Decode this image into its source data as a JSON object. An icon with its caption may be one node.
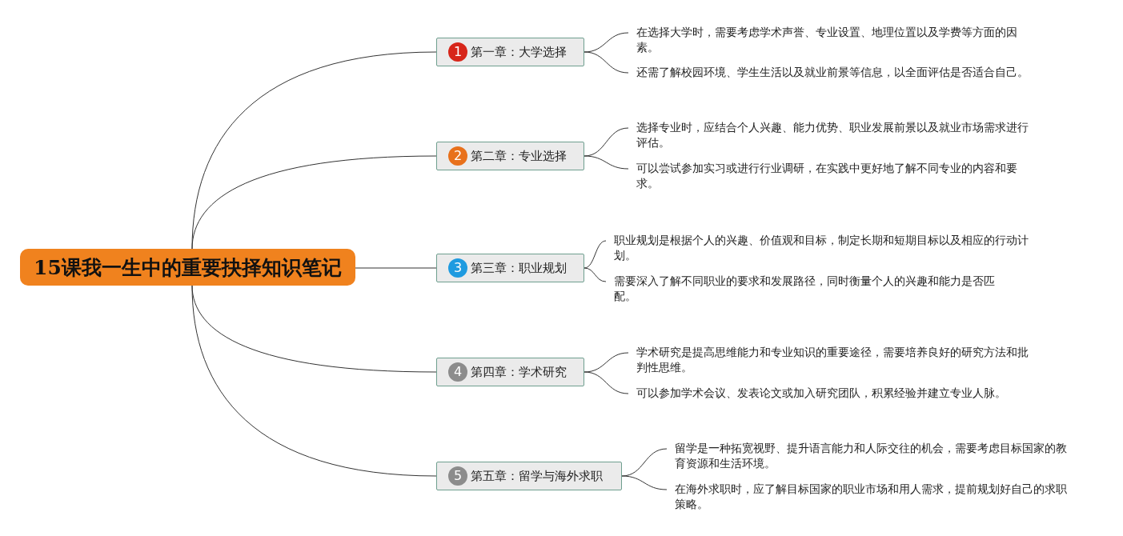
{
  "diagram": {
    "nodes": [
      {
        "text": [
          "15课我一生中的重要抉择知识笔记"
        ]
      },
      {
        "text": [
          "1",
          "第一章：大学选择"
        ]
      },
      {
        "text": [
          "在选择大学时，需要考虑学术声誉、专业设置、地理位置以及学费等方面的因素。"
        ]
      },
      {
        "text": [
          "还需了解校园环境、学生生活以及就业前景等信息，以全面评估是否适合自己。"
        ]
      },
      {
        "text": [
          "2",
          "第二章：专业选择"
        ]
      },
      {
        "text": [
          "选择专业时，应结合个人兴趣、能力优势、职业发展前景以及就业市场需求进行评估。"
        ]
      },
      {
        "text": [
          "可以尝试参加实习或进行行业调研，在实践中更好地了解不同专业的内容和要求。"
        ]
      },
      {
        "text": [
          "3",
          "第三章：职业规划"
        ]
      },
      {
        "text": [
          "职业规划是根据个人的兴趣、价值观和目标，制定长期和短期目标以及相应的行动计划。"
        ]
      },
      {
        "text": [
          "需要深入了解不同职业的要求和发展路径，同时衡量个人的兴趣和能力是否匹配。"
        ]
      },
      {
        "text": [
          "4",
          "第四章：学术研究"
        ]
      },
      {
        "text": [
          "学术研究是提高思维能力和专业知识的重要途径，需要培养良好的研究方法和批判性思维。"
        ]
      },
      {
        "text": [
          "可以参加学术会议、发表论文或加入研究团队，积累经验并建立专业人脉。"
        ]
      },
      {
        "text": [
          "5",
          "第五章：留学与海外求职"
        ]
      },
      {
        "text": [
          "留学是一种拓宽视野、提升语言能力和人际交往的机会，需要考虑目标国家的教育资源和生活环境。"
        ]
      },
      {
        "text": [
          "在海外求职时，应了解目标国家的职业市场和用人需求，提前规划好自己的求职策略。"
        ]
      }
    ],
    "edges": [
      {
        "from": 0,
        "to": 1,
        "arrow": "none"
      },
      {
        "from": 0,
        "to": 4,
        "arrow": "none"
      },
      {
        "from": 0,
        "to": 7,
        "arrow": "none"
      },
      {
        "from": 0,
        "to": 10,
        "arrow": "none"
      },
      {
        "from": 0,
        "to": 13,
        "arrow": "none"
      },
      {
        "from": 1,
        "to": 2,
        "arrow": "none"
      },
      {
        "from": 1,
        "to": 3,
        "arrow": "none"
      },
      {
        "from": 4,
        "to": 5,
        "arrow": "none"
      },
      {
        "from": 4,
        "to": 6,
        "arrow": "none"
      },
      {
        "from": 7,
        "to": 8,
        "arrow": "none"
      },
      {
        "from": 7,
        "to": 9,
        "arrow": "none"
      },
      {
        "from": 10,
        "to": 11,
        "arrow": "none"
      },
      {
        "from": 10,
        "to": 12,
        "arrow": "none"
      },
      {
        "from": 13,
        "to": 14,
        "arrow": "none"
      },
      {
        "from": 13,
        "to": 15,
        "arrow": "none"
      }
    ]
  }
}
